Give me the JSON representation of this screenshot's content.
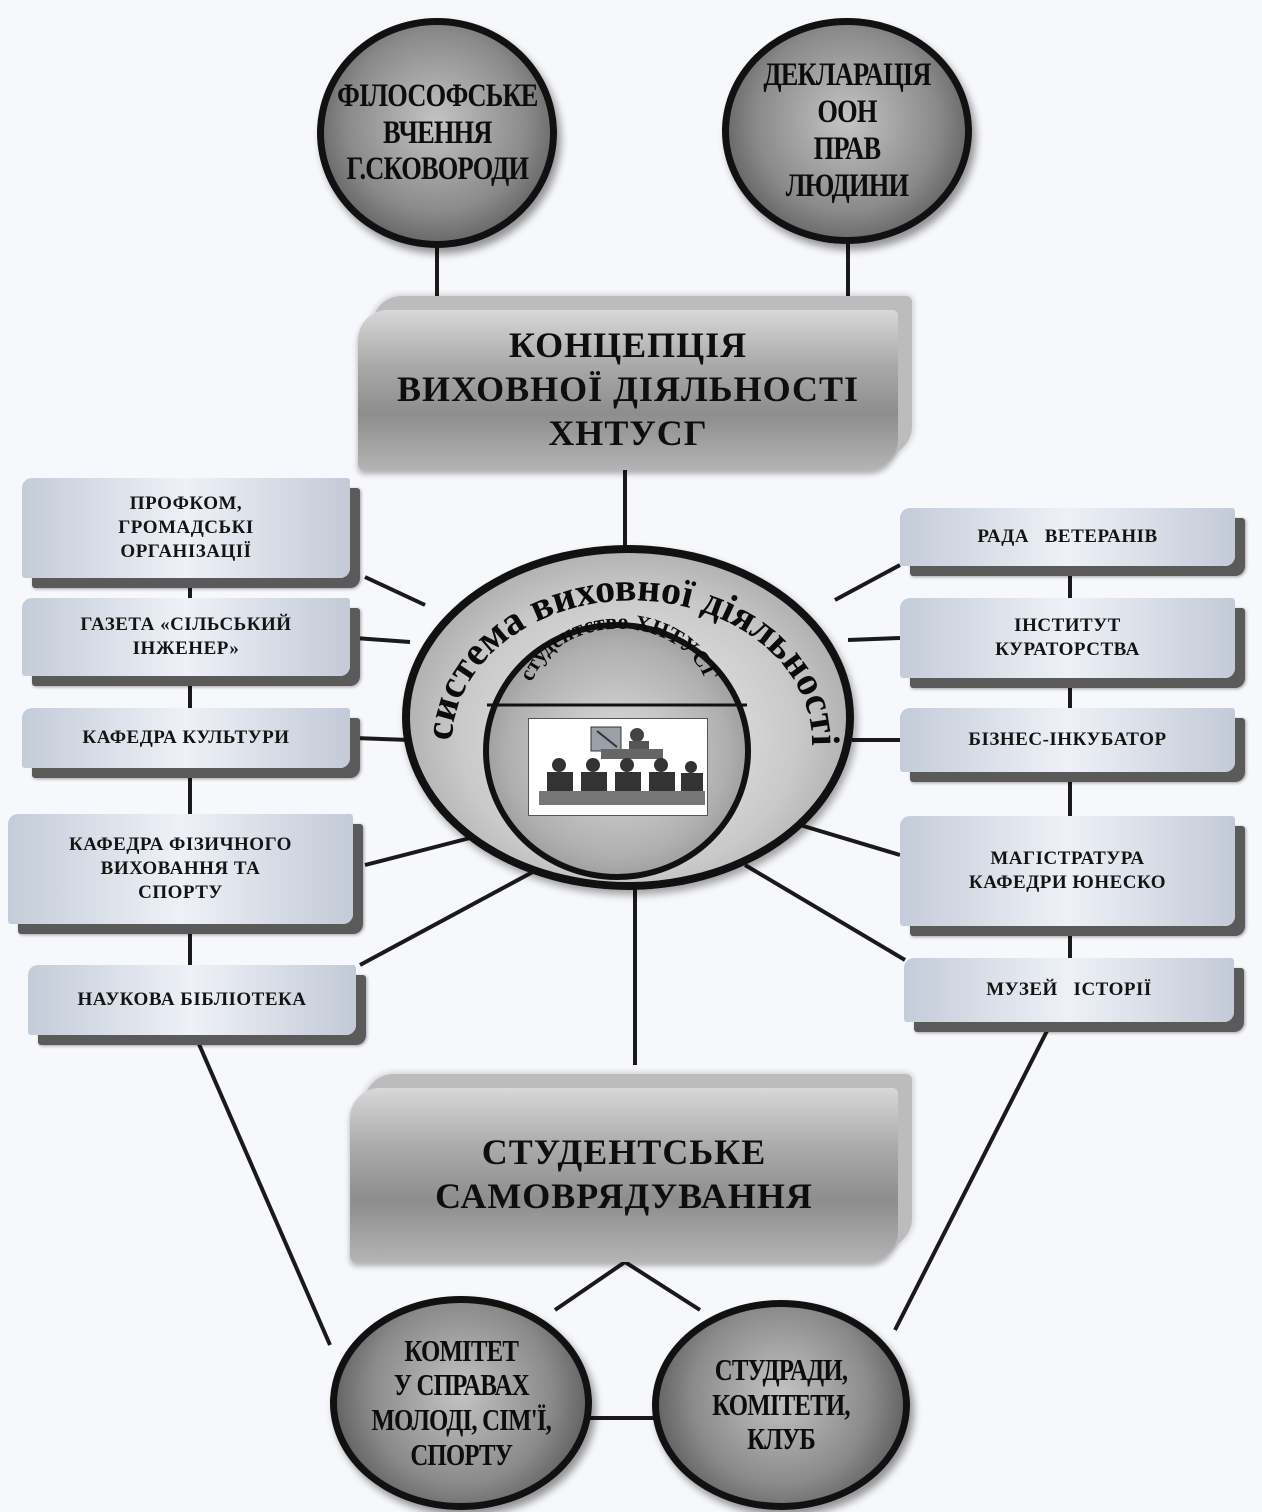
{
  "top_left_circle": "ФІЛОСОФСЬКЕ\nВЧЕННЯ\nГ.СКОВОРОДИ",
  "top_right_circle": "ДЕКЛАРАЦІЯ\nООН\nПРАВ ЛЮДИНИ",
  "concept_box": "КОНЦЕПЦІЯ\nВИХОВНОЇ ДІЯЛЬНОСТІ\nХНТУСГ",
  "center": {
    "outer_arc_text": "система виховної діяльності",
    "inner_arc_text": "студентство ХНТУСГ"
  },
  "left_boxes": [
    "ПРОФКОМ,\nГРОМАДСЬКІ\nОРГАНІЗАЦІЇ",
    "ГАЗЕТА «СІЛЬСЬКИЙ\nІНЖЕНЕР»",
    "КАФЕДРА КУЛЬТУРИ",
    "КАФЕДРА ФІЗИЧНОГО\nВИХОВАННЯ ТА\nСПОРТУ",
    "НАУКОВА БІБЛІОТЕКА"
  ],
  "right_boxes": [
    "РАДА   ВЕТЕРАНІВ",
    "ІНСТИТУТ\nКУРАТОРСТВА",
    "БІЗНЕС-ІНКУБАТОР",
    "МАГІСТРАТУРА\nКАФЕДРИ ЮНЕСКО",
    "МУЗЕЙ   ІСТОРІЇ"
  ],
  "self_gov_box": "СТУДЕНТСЬКЕ\nСАМОВРЯДУВАННЯ",
  "bottom_left_circle": "КОМІТЕТ\nУ СПРАВАХ\nМОЛОДІ, СІМ'Ї,\nСПОРТУ",
  "bottom_right_circle": "СТУДРАДИ,\nКОМІТЕТИ, КЛУБ"
}
